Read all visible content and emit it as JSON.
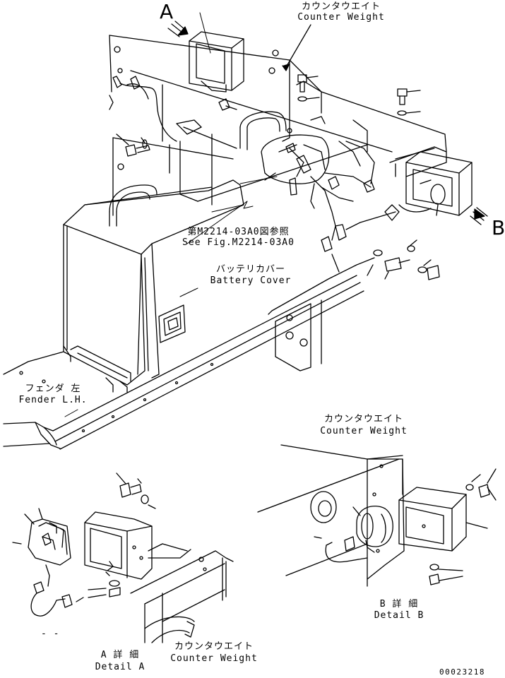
{
  "view_a": {
    "letter": "A"
  },
  "view_b": {
    "letter": "B"
  },
  "counter_weight_top": {
    "jp": "カウンタウエイト",
    "en": "Counter Weight"
  },
  "fig_reference": {
    "jp": "第M2214-03A0図参照",
    "en": "See Fig.M2214-03A0"
  },
  "battery_cover": {
    "jp": "バッテリカバー",
    "en": "Battery Cover"
  },
  "fender_lh": {
    "jp": "フェンダ 左",
    "en": "Fender L.H."
  },
  "counter_weight_b": {
    "jp": "カウンタウエイト",
    "en": "Counter Weight"
  },
  "detail_b": {
    "jp": "B 詳 細",
    "en": "Detail B"
  },
  "detail_a": {
    "jp": "A 詳 細",
    "en": "Detail A"
  },
  "counter_weight_a": {
    "jp": "カウンタウエイト",
    "en": "Counter Weight"
  },
  "drawing_number": "00023218",
  "detail_a_dash": "- -"
}
